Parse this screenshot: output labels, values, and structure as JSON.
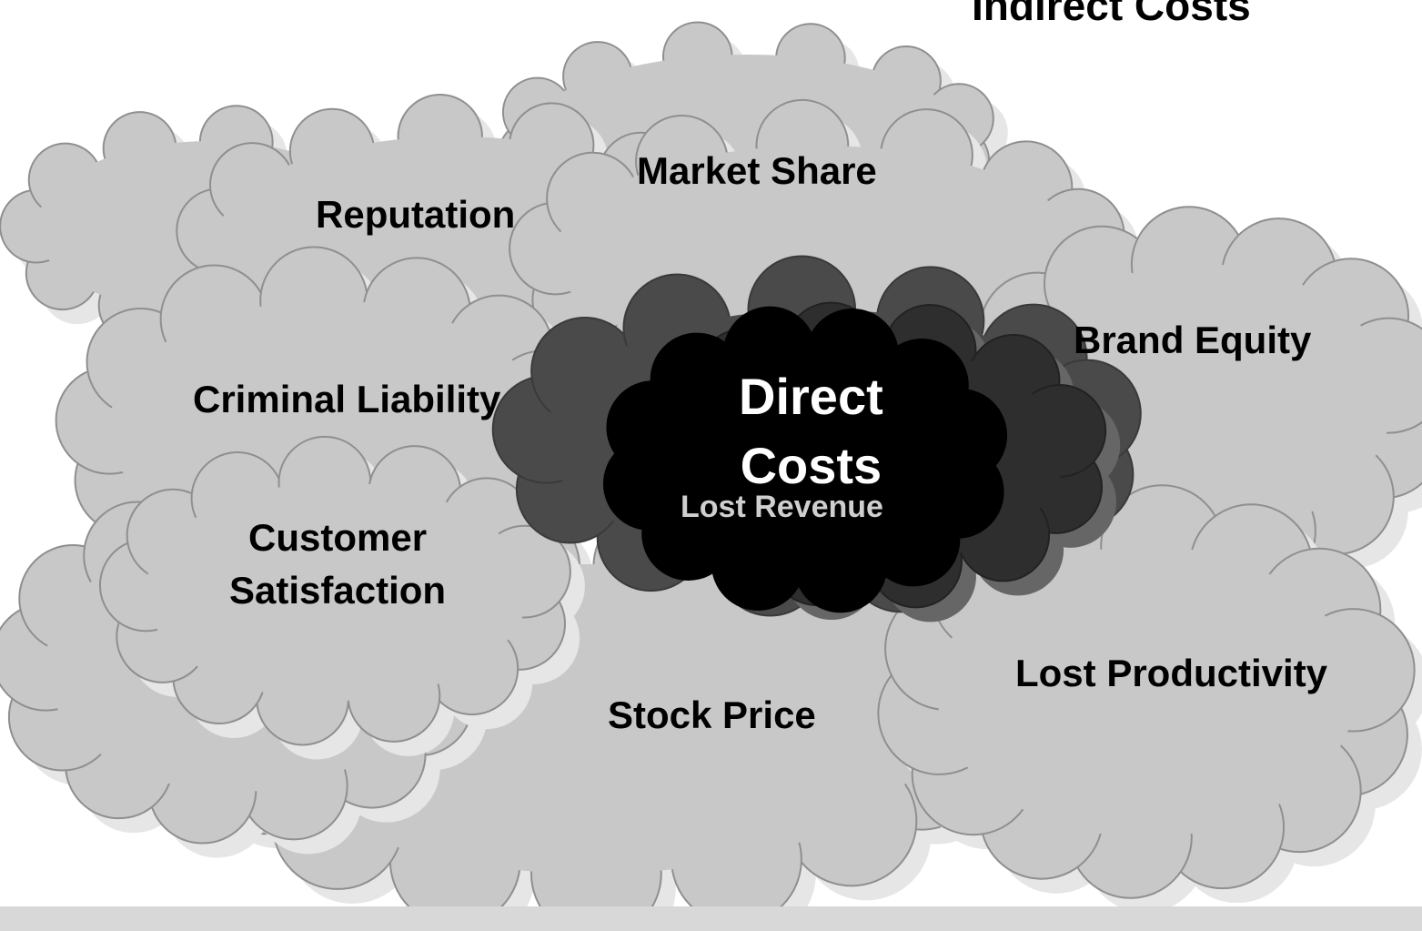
{
  "title": "Indirect Costs",
  "indirect_costs": {
    "market_share": "Market Share",
    "reputation": "Reputation",
    "brand_equity": "Brand Equity",
    "criminal_liability": "Criminal Liability",
    "customer_satisfaction": [
      "Customer",
      "Satisfaction"
    ],
    "lost_productivity": "Lost Productivity",
    "stock_price": "Stock Price"
  },
  "direct_costs": {
    "title": [
      "Direct",
      "Costs"
    ],
    "item": "Lost Revenue"
  },
  "colors": {
    "light_cloud": "#c8c8c8",
    "light_cloud_shadow": "#e6e6e6",
    "cloud_outline": "#8f8f8f",
    "dark_cloud": "#4a4a4a",
    "dark_cloud_mid": "#2e2e2e",
    "black_cloud": "#000000",
    "bottom_bar": "#d8d8d8"
  }
}
